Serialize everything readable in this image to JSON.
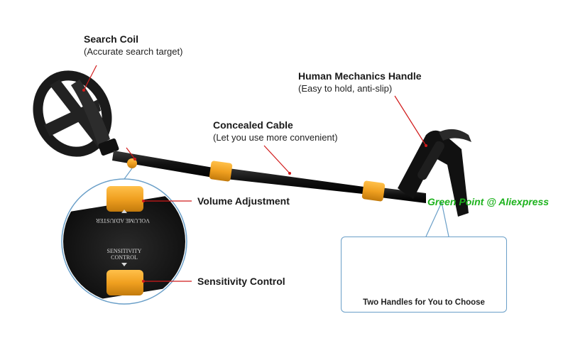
{
  "labels": {
    "search_coil": {
      "title": "Search Coil",
      "subtitle": "(Accurate search target)"
    },
    "handle": {
      "title": "Human Mechanics Handle",
      "subtitle": "(Easy to hold, anti-slip)"
    },
    "cable": {
      "title": "Concealed Cable",
      "subtitle": "(Let you use more convenient)"
    },
    "volume": "Volume Adjustment",
    "sensitivity": "Sensitivity Control"
  },
  "zoom_panel": {
    "volume_text": "VOLUME ADJUSTER",
    "sensitivity_text_line1": "SENSITIVITY",
    "sensitivity_text_line2": "CONTROL"
  },
  "handles_box": {
    "caption": "Two Handles for You to Choose"
  },
  "watermark": "Green Point @ Aliexpress",
  "colors": {
    "accent_orange": "#f0a020",
    "body_black": "#141414",
    "callout_red": "#d11a1a",
    "watermark_green": "#1db21d",
    "box_border": "#6a9fc8"
  }
}
